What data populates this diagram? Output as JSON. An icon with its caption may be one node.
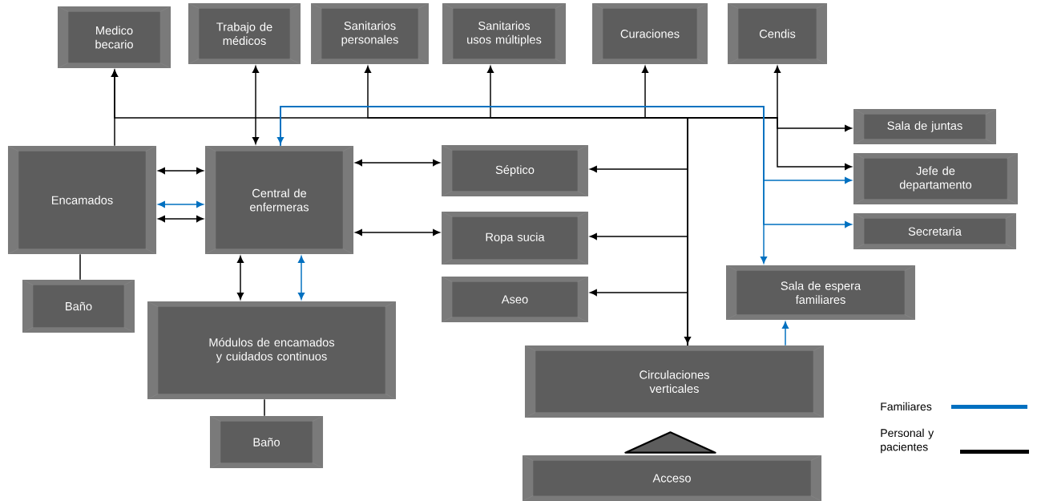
{
  "diagram": {
    "nodes": [
      {
        "text": [
          "Medico becario"
        ]
      },
      {
        "text": [
          "Trabajo de médicos"
        ]
      },
      {
        "text": [
          "Sanitarios personales"
        ]
      },
      {
        "text": [
          "Sanitarios usos múltiples"
        ]
      },
      {
        "text": [
          "Curaciones"
        ]
      },
      {
        "text": [
          "Cendis"
        ]
      },
      {
        "text": [
          "Encamados"
        ]
      },
      {
        "text": [
          "Central de enfermeras"
        ]
      },
      {
        "text": [
          "Séptico"
        ]
      },
      {
        "text": [
          "Ropa sucia"
        ]
      },
      {
        "text": [
          "Aseo"
        ]
      },
      {
        "text": [
          "Sala de juntas"
        ]
      },
      {
        "text": [
          "Jefe de departamento"
        ]
      },
      {
        "text": [
          "Secretaria"
        ]
      },
      {
        "text": [
          "Sala de espera familiares"
        ]
      },
      {
        "text": [
          "Baño"
        ]
      },
      {
        "text": [
          "Módulos de encamados y cuidados continuos"
        ]
      },
      {
        "text": [
          "Baño"
        ]
      },
      {
        "text": [
          "Circulaciones verticales"
        ]
      },
      {
        "text": [
          "Acceso"
        ]
      },
      {
        "text": [],
        "shape": "triangle"
      }
    ],
    "edges": [
      {
        "from": 6,
        "to": 0,
        "arrow": "to"
      },
      {
        "from": 1,
        "to": 7,
        "arrow": "both"
      },
      {
        "from": 18,
        "to": 0,
        "arrow": "to"
      },
      {
        "from": 18,
        "to": 2,
        "arrow": "to"
      },
      {
        "from": 18,
        "to": 3,
        "arrow": "to"
      },
      {
        "from": 18,
        "to": 4,
        "arrow": "to"
      },
      {
        "from": 18,
        "to": 5,
        "arrow": "to"
      },
      {
        "from": 18,
        "to": 11,
        "arrow": "to"
      },
      {
        "from": 18,
        "to": 12,
        "arrow": "to"
      },
      {
        "from": 6,
        "to": 7,
        "arrow": "both"
      },
      {
        "from": 6,
        "to": 7,
        "arrow": "both",
        "color": "#0070c0"
      },
      {
        "from": 6,
        "to": 7,
        "arrow": "both"
      },
      {
        "from": 7,
        "to": 8,
        "arrow": "both"
      },
      {
        "from": 7,
        "to": 9,
        "arrow": "both"
      },
      {
        "from": 7,
        "to": 16,
        "arrow": "both"
      },
      {
        "from": 7,
        "to": 16,
        "arrow": "both",
        "color": "#0070c0"
      },
      {
        "from": 6,
        "to": 15,
        "arrow": "none"
      },
      {
        "from": 16,
        "to": 17,
        "arrow": "none"
      },
      {
        "from": 8,
        "to": 18,
        "arrow": "both"
      },
      {
        "from": 18,
        "to": 9,
        "arrow": "to"
      },
      {
        "from": 18,
        "to": 10,
        "arrow": "to"
      },
      {
        "from": 18,
        "to": 14,
        "arrow": "to",
        "color": "#0070c0"
      },
      {
        "from": 7,
        "to": 14,
        "arrow": "both",
        "color": "#0070c0"
      },
      {
        "from": 7,
        "to": 12,
        "arrow": "to",
        "color": "#0070c0"
      },
      {
        "from": 7,
        "to": 13,
        "arrow": "to",
        "color": "#0070c0"
      }
    ],
    "legend": [
      {
        "text": "Familiares",
        "color": "#0070c0"
      },
      {
        "text": "Personal y pacientes",
        "color": "#000000"
      }
    ]
  }
}
